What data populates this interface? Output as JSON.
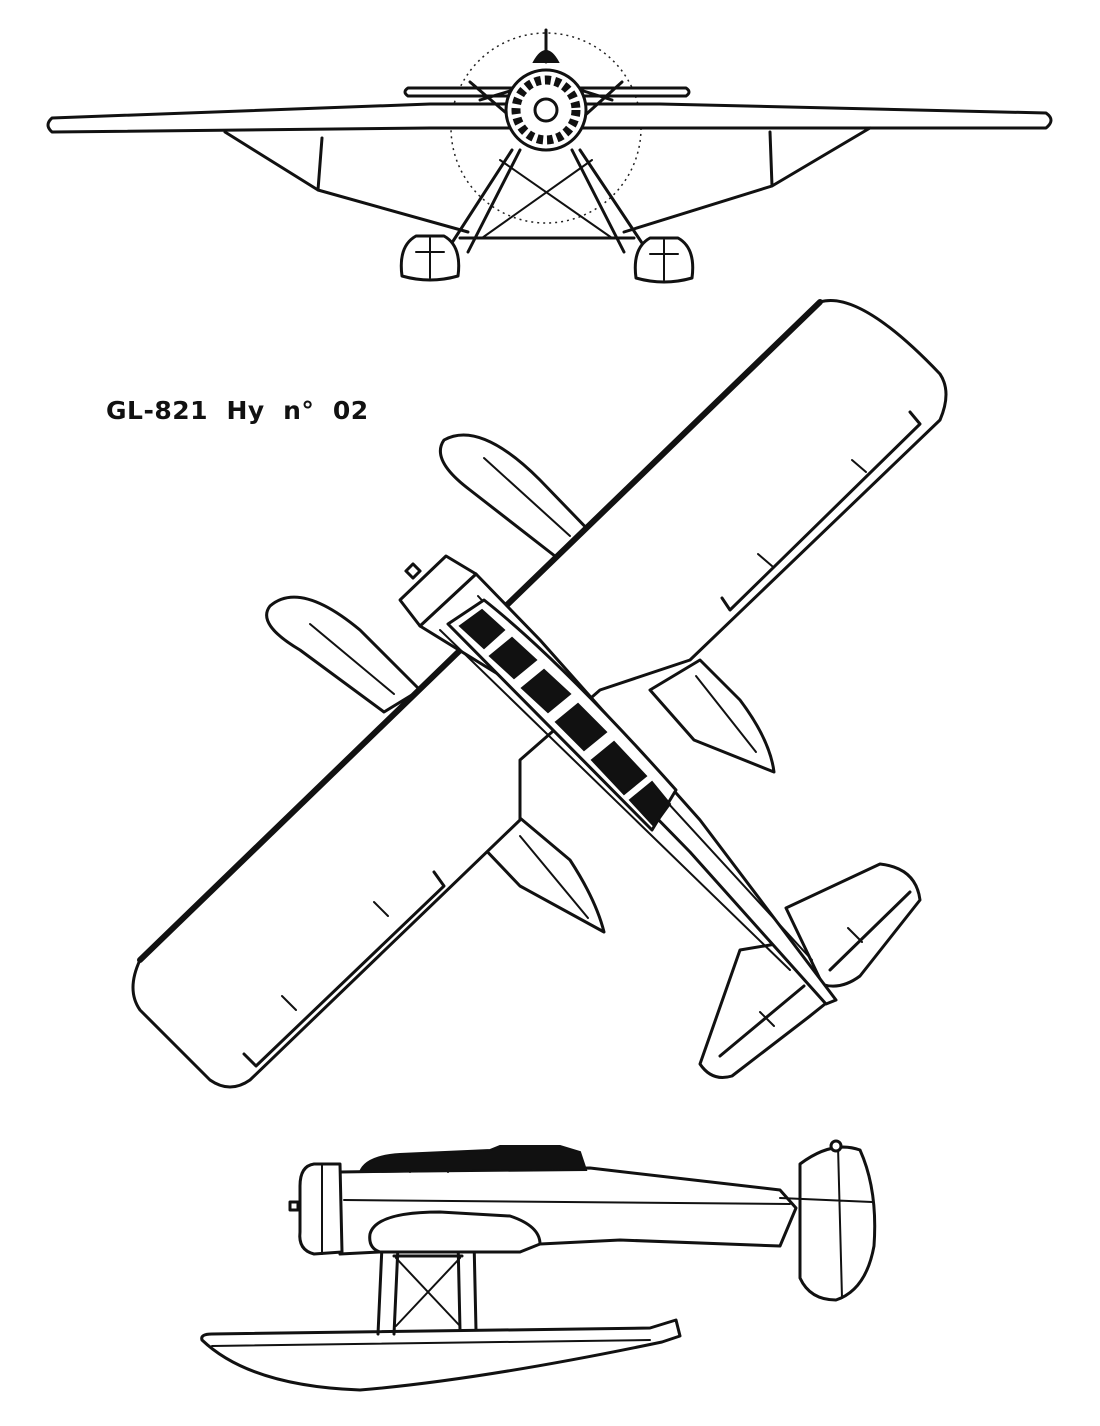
{
  "caption": {
    "designation": "GL-821",
    "variant": "Hy",
    "number_label": "n°",
    "number": "02"
  },
  "views": [
    "front-view",
    "plan-view",
    "side-view"
  ],
  "colors": {
    "ink": "#111111",
    "paper": "#ffffff"
  }
}
